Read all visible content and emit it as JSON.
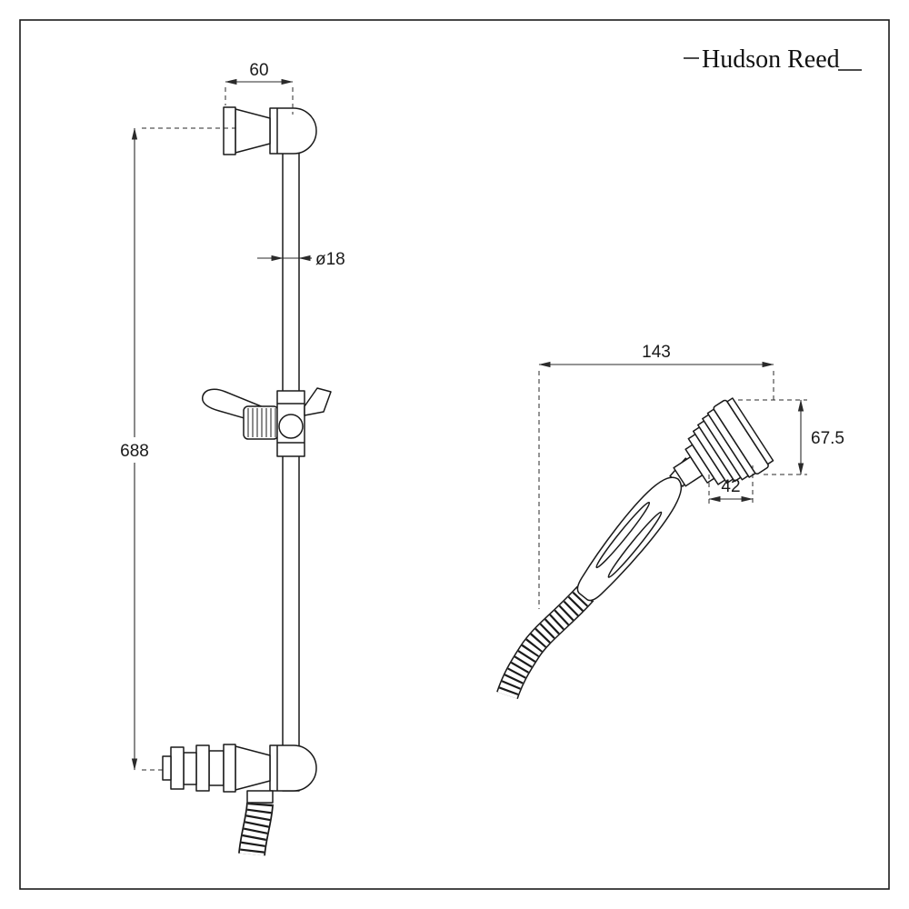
{
  "page": {
    "background_color": "#ffffff",
    "line_color": "#1a1a1a"
  },
  "brand": {
    "name": "Hudson Reed"
  },
  "rail_view": {
    "dim_bracket_width": "60",
    "dim_rail_diameter": "ø18",
    "dim_rail_length": "688"
  },
  "handset_view": {
    "dim_overall_length": "143",
    "dim_head_height": "67.5",
    "dim_head_face": "42"
  }
}
